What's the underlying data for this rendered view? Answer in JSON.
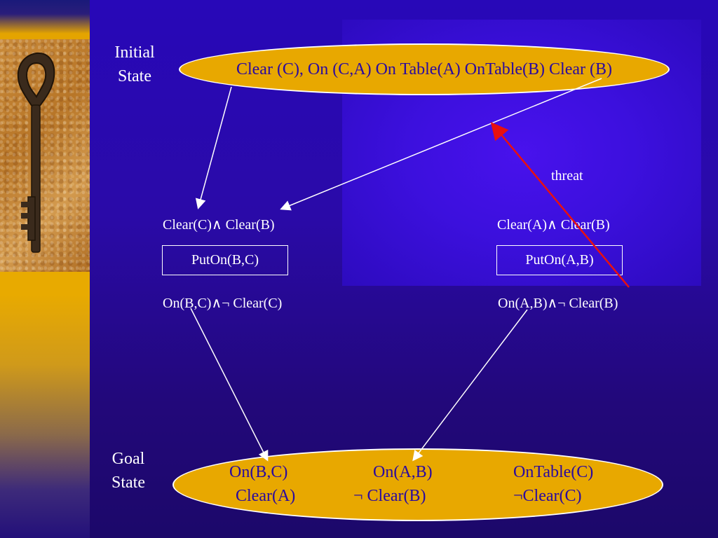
{
  "initial_state": {
    "label_line1": "Initial",
    "label_line2": "State",
    "text": "Clear (C), On (C,A) On Table(A) OnTable(B) Clear (B)"
  },
  "left_step": {
    "precondition": "Clear(C)∧ Clear(B)",
    "action": "PutOn(B,C)",
    "effect": "On(B,C)∧¬ Clear(C)"
  },
  "right_step": {
    "precondition": "Clear(A)∧ Clear(B)",
    "action": "PutOn(A,B)",
    "effect": "On(A,B)∧¬ Clear(B)"
  },
  "threat_label": "threat",
  "goal_state": {
    "label_line1": "Goal",
    "label_line2": "State",
    "items": [
      "On(B,C)",
      "On(A,B)",
      "OnTable(C)",
      "Clear(A)",
      "¬ Clear(B)",
      "¬Clear(C)"
    ]
  },
  "colors": {
    "ellipse_fill": "#e8a800",
    "ellipse_text": "#2a0aa0",
    "background": "#2808b8",
    "threat_arrow": "#e81010",
    "link_arrow": "#ffffff"
  },
  "icons": {
    "side_image": "key-photo"
  }
}
